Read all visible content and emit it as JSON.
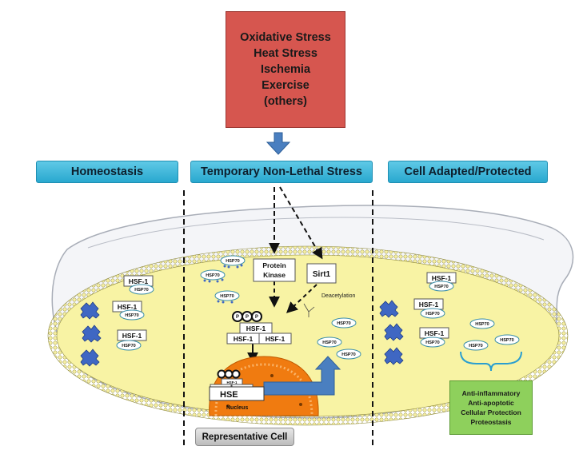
{
  "stressors": [
    "Oxidative Stress",
    "Heat Stress",
    "Ischemia",
    "Exercise",
    "(others)"
  ],
  "headers": {
    "homeostasis": "Homeostasis",
    "temporary": "Temporary Non-Lethal Stress",
    "adapted": "Cell Adapted/Protected"
  },
  "labels": {
    "hsf1": "HSF-1",
    "hsp70": "HSP70",
    "protein_kinase": [
      "Protein",
      "Kinase"
    ],
    "sirt1": "Sirt1",
    "deacetylation": "Deacetylation",
    "hse": "HSE",
    "nucleus": "Nucleus",
    "phospho": "P",
    "nucleus_hsf1": "HSF-1"
  },
  "outcomes": [
    "Anti-inflammatory",
    "Anti-apoptotic",
    "Cellular Protection",
    "Proteostasis"
  ],
  "representative_cell": "Representative Cell",
  "colors": {
    "stress_box": "#d6564f",
    "header_fill": "#29a8cf",
    "cell_fill": "#f8f3a4",
    "nucleus_fill": "#f07b10",
    "outcome_fill": "#8ed05c",
    "arrow_blue": "#4a7fc0",
    "protein_aggregate": "#3f67c3"
  }
}
